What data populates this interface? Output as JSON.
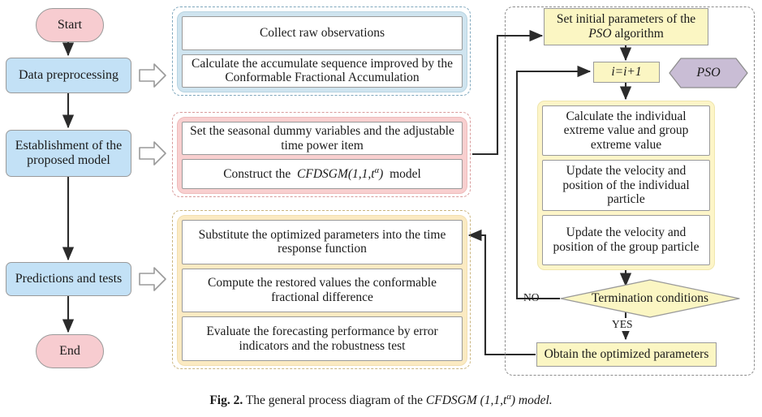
{
  "figure": {
    "caption_prefix": "Fig. 2.",
    "caption_text": "The general process diagram of the",
    "caption_model": "CFDSGM (1,1,t",
    "caption_model_sup": "α",
    "caption_model_tail": ") model."
  },
  "colors": {
    "terminal_fill": "#f7ccd0",
    "stage_fill": "#c3e1f6",
    "group_blue_fill": "#cfe4ef",
    "group_pink_fill": "#f8cfcf",
    "group_yellow_fill": "#fbeac2",
    "pso_box_fill": "#fbf6c3",
    "pso_hex_fill": "#c9bdd5",
    "line": "#2b2b2b",
    "dashed_border": "#8d8d8d"
  },
  "left_column": {
    "start_label": "Start",
    "end_label": "End",
    "stages": [
      {
        "label": "Data preprocessing"
      },
      {
        "label": "Establishment of the proposed model"
      },
      {
        "label": "Predictions and tests"
      }
    ]
  },
  "middle_column": {
    "groups": [
      {
        "name": "data-preprocessing-group",
        "cells": [
          "Collect raw observations",
          "Calculate the accumulate sequence improved by the Conformable Fractional Accumulation"
        ]
      },
      {
        "name": "model-establishment-group",
        "cells": [
          "Set the seasonal dummy variables and the adjustable time power item",
          "Construct the   CFDSGM(1,1,tα)   model"
        ]
      },
      {
        "name": "predictions-tests-group",
        "cells": [
          "Substitute the optimized parameters into the time response function",
          "Compute the restored values the conformable fractional difference",
          "Evaluate the forecasting performance by error indicators and the robustness test"
        ]
      }
    ],
    "construct_prefix": "Construct the",
    "construct_model": "CFDSGM",
    "construct_args": "(1,1,t",
    "construct_sup": "α",
    "construct_tail": ")",
    "construct_suffix": "model"
  },
  "pso_panel": {
    "badge_label": "PSO",
    "init_line1": "Set initial parameters of the",
    "init_line2_em": "PSO",
    "init_line2_rest": " algorithm",
    "counter_label": "i=i+1",
    "steps": [
      "Calculate the individual extreme value and group extreme value",
      "Update the velocity and position of the individual particle",
      "Update the velocity and position of the group particle"
    ],
    "decision_label": "Termination conditions",
    "decision_no": "NO",
    "decision_yes": "YES",
    "result_label": "Obtain the optimized parameters"
  }
}
